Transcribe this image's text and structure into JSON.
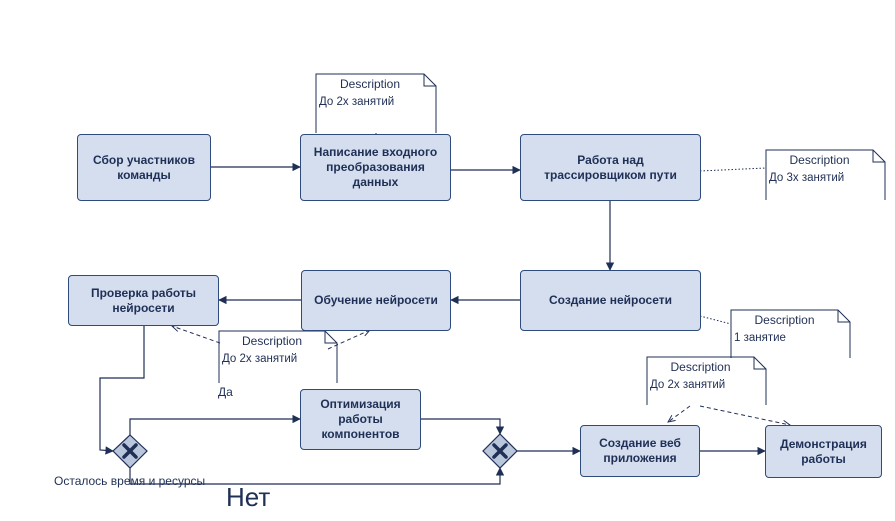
{
  "tasks": {
    "collect_team": "Сбор участников команды",
    "input_transform": "Написание входного преобразования данных",
    "tracer_work": "Работа над трассировщиком пути",
    "create_nn": "Создание нейросети",
    "train_nn": "Обучение нейросети",
    "check_nn": "Проверка работы нейросети",
    "optimize": "Оптимизация работы компонентов",
    "create_web": "Создание веб приложения",
    "demo": "Демонстрация работы"
  },
  "notes": {
    "n1": {
      "title": "Description",
      "body": "До 2х занятий"
    },
    "n2": {
      "title": "Description",
      "body": "До 3х занятий"
    },
    "n3": {
      "title": "Description",
      "body": "До 2х занятий"
    },
    "n4": {
      "title": "Description",
      "body": "1 занятие"
    },
    "n5": {
      "title": "Description",
      "body": "До 2х занятий"
    }
  },
  "labels": {
    "yes": "Да",
    "gateway_question": "Осталось время и ресурсы",
    "no": "Нет"
  },
  "colors": {
    "task_fill": "#d4deef",
    "task_border": "#2f4b7c",
    "text": "#1f2f55",
    "gateway_fill": "#b9c6dc"
  }
}
